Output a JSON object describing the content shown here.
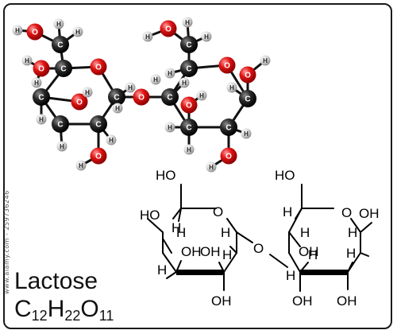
{
  "molecule": {
    "name": "Lactose",
    "formula": {
      "parts": [
        {
          "el": "C",
          "n": "12"
        },
        {
          "el": "H",
          "n": "22"
        },
        {
          "el": "O",
          "n": "11"
        }
      ]
    }
  },
  "stock_id": "www.alamy.com - 259736246",
  "colors": {
    "carbon": "#1b1b1b",
    "oxygen": "#e01414",
    "hydrogen": "#cfcfcf",
    "bond": "#111111"
  },
  "ball_model": {
    "atoms": [
      {
        "id": "a1",
        "el": "O"
      },
      {
        "id": "a2",
        "el": "H"
      },
      {
        "id": "a3",
        "el": "C"
      },
      {
        "id": "a4",
        "el": "H"
      },
      {
        "id": "a5",
        "el": "H"
      },
      {
        "id": "a6",
        "el": "H"
      },
      {
        "id": "a7",
        "el": "O"
      },
      {
        "id": "a8",
        "el": "C"
      },
      {
        "id": "a9",
        "el": "O"
      },
      {
        "id": "a10",
        "el": "H"
      },
      {
        "id": "a11",
        "el": "C"
      },
      {
        "id": "a12",
        "el": "C"
      },
      {
        "id": "a13",
        "el": "H"
      },
      {
        "id": "a14",
        "el": "O"
      },
      {
        "id": "a15",
        "el": "H"
      },
      {
        "id": "a16",
        "el": "C"
      },
      {
        "id": "a17",
        "el": "H"
      },
      {
        "id": "a18",
        "el": "C"
      },
      {
        "id": "a19",
        "el": "H"
      },
      {
        "id": "a20",
        "el": "H"
      },
      {
        "id": "a21",
        "el": "O"
      },
      {
        "id": "a22",
        "el": "H"
      },
      {
        "id": "a23",
        "el": "H"
      },
      {
        "id": "a24",
        "el": "O"
      },
      {
        "id": "b1",
        "el": "O"
      },
      {
        "id": "b2",
        "el": "H"
      },
      {
        "id": "b3",
        "el": "C"
      },
      {
        "id": "b4",
        "el": "H"
      },
      {
        "id": "b5",
        "el": "H"
      },
      {
        "id": "b6",
        "el": "H"
      },
      {
        "id": "b7",
        "el": "C"
      },
      {
        "id": "b8",
        "el": "O"
      },
      {
        "id": "b9",
        "el": "C"
      },
      {
        "id": "b10",
        "el": "O"
      },
      {
        "id": "b11",
        "el": "H"
      },
      {
        "id": "b12",
        "el": "H"
      },
      {
        "id": "b13",
        "el": "C"
      },
      {
        "id": "b14",
        "el": "O"
      },
      {
        "id": "b15",
        "el": "H"
      },
      {
        "id": "b16",
        "el": "C"
      },
      {
        "id": "b17",
        "el": "H"
      },
      {
        "id": "b18",
        "el": "C"
      },
      {
        "id": "b19",
        "el": "H"
      },
      {
        "id": "b20",
        "el": "H"
      },
      {
        "id": "b21",
        "el": "O"
      },
      {
        "id": "b22",
        "el": "H"
      },
      {
        "id": "b23",
        "el": "H"
      },
      {
        "id": "b24",
        "el": "O"
      },
      {
        "id": "b25",
        "el": "H"
      }
    ]
  },
  "skeletal": {
    "labels": [
      {
        "id": "s1",
        "text": "HO"
      },
      {
        "id": "s2",
        "text": "HO"
      },
      {
        "id": "s3",
        "text": "O"
      },
      {
        "id": "s4",
        "text": "H"
      },
      {
        "id": "s5",
        "text": "OH"
      },
      {
        "id": "s6",
        "text": "H"
      },
      {
        "id": "s7",
        "text": "H"
      },
      {
        "id": "s8",
        "text": "OH"
      },
      {
        "id": "s9",
        "text": "H"
      },
      {
        "id": "s10",
        "text": "H"
      },
      {
        "id": "s11",
        "text": "OH"
      },
      {
        "id": "s12",
        "text": "O"
      },
      {
        "id": "s13",
        "text": "HO"
      },
      {
        "id": "s14",
        "text": "O"
      },
      {
        "id": "s15",
        "text": "OH"
      },
      {
        "id": "s16",
        "text": "H"
      },
      {
        "id": "s17",
        "text": "H"
      },
      {
        "id": "s18",
        "text": "H"
      },
      {
        "id": "s19",
        "text": "OH"
      },
      {
        "id": "s20",
        "text": "H"
      },
      {
        "id": "s21",
        "text": "H"
      },
      {
        "id": "s22",
        "text": "H"
      },
      {
        "id": "s23",
        "text": "OH"
      },
      {
        "id": "s24",
        "text": "OH"
      }
    ]
  }
}
